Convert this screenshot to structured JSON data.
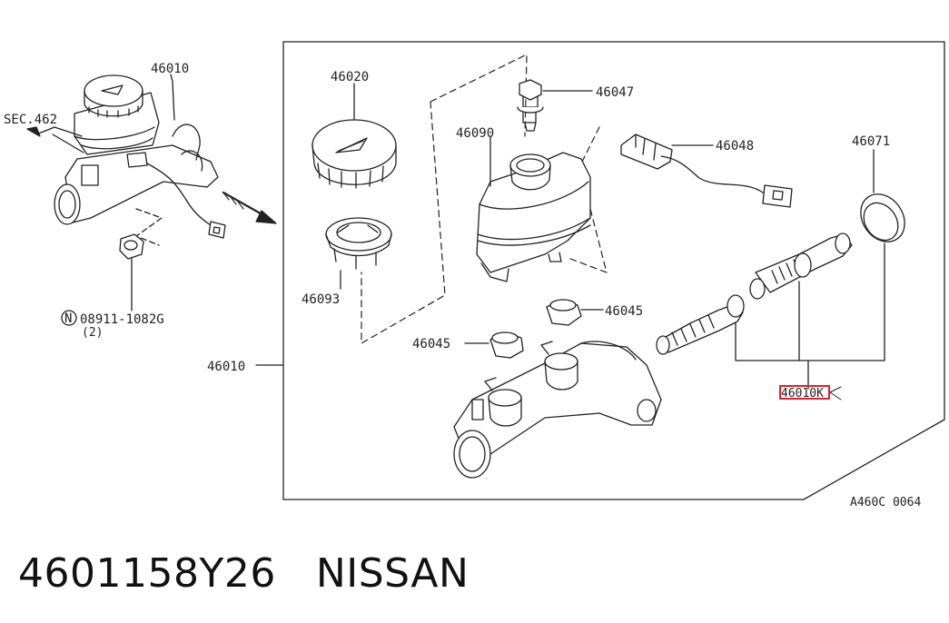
{
  "labels": {
    "top_left_assembly": "46010",
    "sec_ref": "SEC.462",
    "nut_part": "08911-1082G",
    "nut_qty": "(2)",
    "cap": "46020",
    "sensor_bolt": "46047",
    "reservoir": "46090",
    "level_sensor": "46048",
    "kit": "46071",
    "grommet_93": "46093",
    "seal_45_right": "46045",
    "seal_45_left": "46045",
    "assembly_left": "46010",
    "highlight_part": "46010K",
    "diagram_code": "A460C 0064"
  },
  "footer": {
    "part_number": "4601158Y26",
    "brand": "NISSAN"
  },
  "colors": {
    "line": "#222222",
    "highlight": "#e0202a"
  },
  "icons": {
    "nut_symbol": "N-circle-icon"
  }
}
